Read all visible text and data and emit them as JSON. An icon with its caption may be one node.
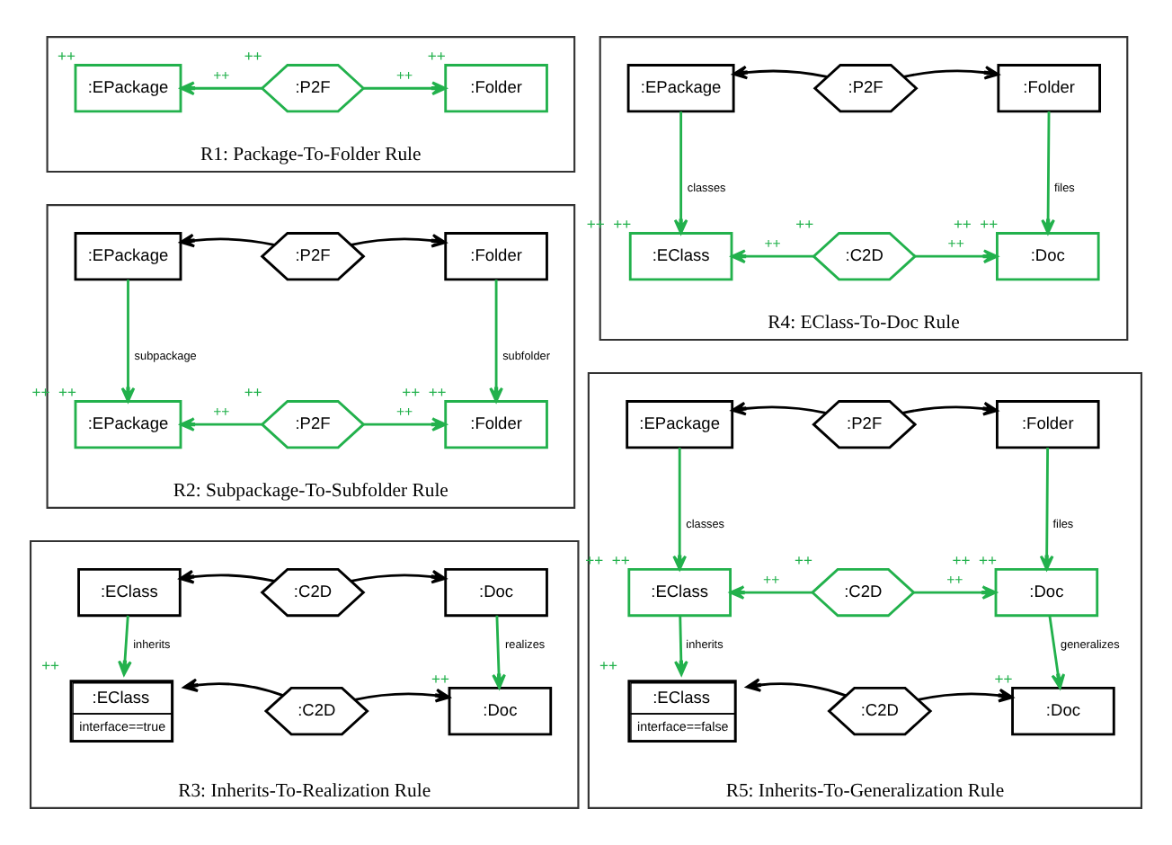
{
  "diagram": {
    "nodes": [
      {
        "text": [
          "R1: Package-To-Folder Rule"
        ]
      },
      {
        "text": [
          ":EPackage"
        ],
        "in": 0,
        "beside": [
          "++"
        ]
      },
      {
        "text": [
          ":P2F"
        ],
        "in": 0,
        "beside": [
          "++"
        ]
      },
      {
        "text": [
          ":Folder"
        ],
        "in": 0,
        "beside": [
          "++"
        ]
      },
      {
        "text": [
          "R2: Subpackage-To-Subfolder Rule"
        ]
      },
      {
        "text": [
          ":EPackage"
        ],
        "in": 4
      },
      {
        "text": [
          ":P2F"
        ],
        "in": 4
      },
      {
        "text": [
          ":Folder"
        ],
        "in": 4
      },
      {
        "text": [
          ":EPackage"
        ],
        "in": 4,
        "beside": [
          "++",
          "++"
        ]
      },
      {
        "text": [
          ":P2F"
        ],
        "in": 4,
        "beside": [
          "++"
        ]
      },
      {
        "text": [
          ":Folder"
        ],
        "in": 4,
        "beside": [
          "++",
          "++"
        ]
      },
      {
        "text": [
          "R3: Inherits-To-Realization Rule"
        ]
      },
      {
        "text": [
          ":EClass"
        ],
        "in": 11
      },
      {
        "text": [
          ":C2D"
        ],
        "in": 11
      },
      {
        "text": [
          ":Doc"
        ],
        "in": 11
      },
      {
        "text": [
          ":EClass",
          "interface==true"
        ],
        "in": 11,
        "beside": [
          "++"
        ]
      },
      {
        "text": [
          ":C2D"
        ],
        "in": 11
      },
      {
        "text": [
          ":Doc"
        ],
        "in": 11,
        "beside": [
          "++"
        ]
      },
      {
        "text": [
          "R4: EClass-To-Doc Rule"
        ]
      },
      {
        "text": [
          ":EPackage"
        ],
        "in": 18
      },
      {
        "text": [
          ":P2F"
        ],
        "in": 18
      },
      {
        "text": [
          ":Folder"
        ],
        "in": 18
      },
      {
        "text": [
          ":EClass"
        ],
        "in": 18,
        "beside": [
          "++",
          "++"
        ]
      },
      {
        "text": [
          ":C2D"
        ],
        "in": 18,
        "beside": [
          "++"
        ]
      },
      {
        "text": [
          ":Doc"
        ],
        "in": 18,
        "beside": [
          "++",
          "++"
        ]
      },
      {
        "text": [
          "R5: Inherits-To-Generalization Rule"
        ]
      },
      {
        "text": [
          ":EPackage"
        ],
        "in": 25
      },
      {
        "text": [
          ":P2F"
        ],
        "in": 25
      },
      {
        "text": [
          ":Folder"
        ],
        "in": 25
      },
      {
        "text": [
          ":EClass"
        ],
        "in": 25,
        "beside": [
          "++",
          "++"
        ]
      },
      {
        "text": [
          ":C2D"
        ],
        "in": 25,
        "beside": [
          "++"
        ]
      },
      {
        "text": [
          ":Doc"
        ],
        "in": 25,
        "beside": [
          "++",
          "++"
        ]
      },
      {
        "text": [
          ":EClass",
          "interface==false"
        ],
        "in": 25,
        "beside": [
          "++"
        ]
      },
      {
        "text": [
          ":C2D"
        ],
        "in": 25
      },
      {
        "text": [
          ":Doc"
        ],
        "in": 25,
        "beside": [
          "++"
        ]
      }
    ],
    "edges": [
      {
        "from": 2,
        "to": 1,
        "arrow": "to",
        "label": "++"
      },
      {
        "from": 2,
        "to": 3,
        "arrow": "to",
        "label": "++"
      },
      {
        "from": 6,
        "to": 5,
        "arrow": "to",
        "color": "#000000"
      },
      {
        "from": 6,
        "to": 7,
        "arrow": "to",
        "color": "#000000"
      },
      {
        "from": 5,
        "to": 8,
        "arrow": "to",
        "label": "subpackage"
      },
      {
        "from": 7,
        "to": 10,
        "arrow": "to",
        "label": "subfolder"
      },
      {
        "from": 9,
        "to": 8,
        "arrow": "to",
        "label": "++"
      },
      {
        "from": 9,
        "to": 10,
        "arrow": "to",
        "label": "++"
      },
      {
        "from": 13,
        "to": 12,
        "arrow": "to",
        "color": "#000000"
      },
      {
        "from": 13,
        "to": 14,
        "arrow": "to",
        "color": "#000000"
      },
      {
        "from": 12,
        "to": 15,
        "arrow": "to",
        "label": "inherits"
      },
      {
        "from": 14,
        "to": 17,
        "arrow": "to",
        "label": "realizes"
      },
      {
        "from": 16,
        "to": 15,
        "arrow": "to",
        "color": "#000000"
      },
      {
        "from": 16,
        "to": 17,
        "arrow": "to",
        "color": "#000000"
      },
      {
        "from": 20,
        "to": 19,
        "arrow": "to",
        "color": "#000000"
      },
      {
        "from": 20,
        "to": 21,
        "arrow": "to",
        "color": "#000000"
      },
      {
        "from": 19,
        "to": 22,
        "arrow": "to",
        "label": "classes"
      },
      {
        "from": 21,
        "to": 24,
        "arrow": "to",
        "label": "files"
      },
      {
        "from": 23,
        "to": 22,
        "arrow": "to",
        "label": "++"
      },
      {
        "from": 23,
        "to": 24,
        "arrow": "to",
        "label": "++"
      },
      {
        "from": 27,
        "to": 26,
        "arrow": "to",
        "color": "#000000"
      },
      {
        "from": 27,
        "to": 28,
        "arrow": "to",
        "color": "#000000"
      },
      {
        "from": 26,
        "to": 29,
        "arrow": "to",
        "label": "classes"
      },
      {
        "from": 28,
        "to": 31,
        "arrow": "to",
        "label": "files"
      },
      {
        "from": 30,
        "to": 29,
        "arrow": "to",
        "label": "++"
      },
      {
        "from": 30,
        "to": 31,
        "arrow": "to",
        "label": "++"
      },
      {
        "from": 29,
        "to": 32,
        "arrow": "to",
        "label": "inherits"
      },
      {
        "from": 31,
        "to": 34,
        "arrow": "to",
        "label": "generalizes"
      },
      {
        "from": 33,
        "to": 32,
        "arrow": "to",
        "color": "#000000"
      },
      {
        "from": 33,
        "to": 34,
        "arrow": "to",
        "color": "#000000"
      }
    ]
  }
}
